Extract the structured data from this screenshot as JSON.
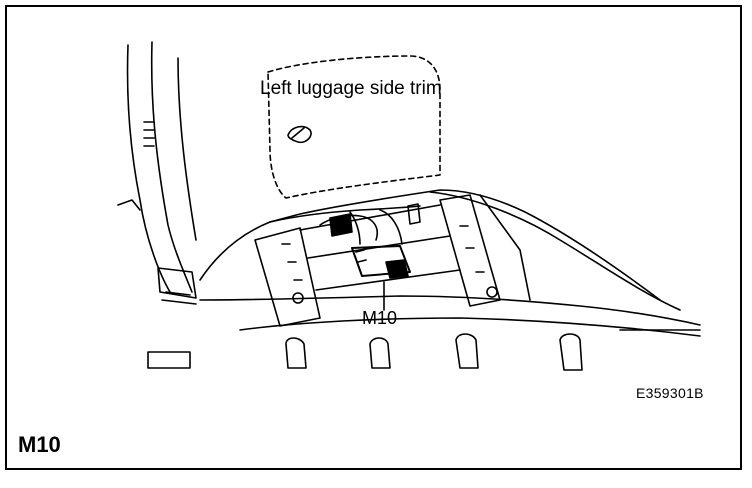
{
  "figure": {
    "callout_label": "Left luggage side trim",
    "connector_label": "M10",
    "figure_code": "E359301B",
    "section_title": "M10"
  }
}
